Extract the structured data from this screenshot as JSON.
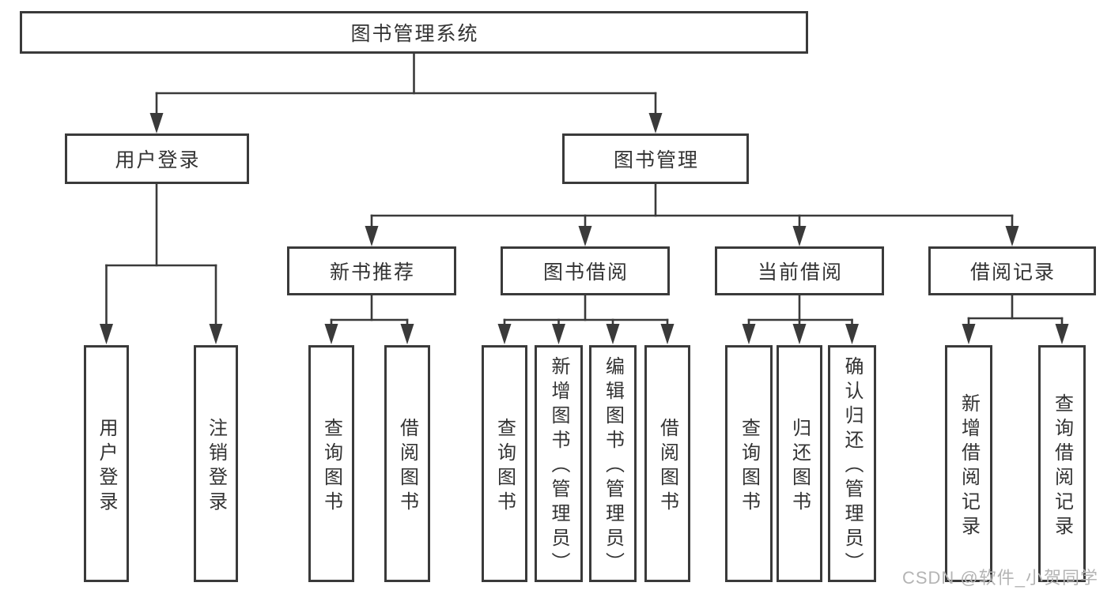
{
  "diagram": {
    "root": {
      "label": "图书管理系统"
    },
    "level2": [
      {
        "label": "用户登录"
      },
      {
        "label": "图书管理"
      }
    ],
    "level3": [
      {
        "label": "新书推荐"
      },
      {
        "label": "图书借阅"
      },
      {
        "label": "当前借阅"
      },
      {
        "label": "借阅记录"
      }
    ],
    "leaves": [
      {
        "label": "用户登录"
      },
      {
        "label": "注销登录"
      },
      {
        "label": "查询图书"
      },
      {
        "label": "借阅图书"
      },
      {
        "label": "查询图书"
      },
      {
        "label": "新增图书（管理员）"
      },
      {
        "label": "编辑图书（管理员）"
      },
      {
        "label": "借阅图书"
      },
      {
        "label": "查询图书"
      },
      {
        "label": "归还图书"
      },
      {
        "label": "确认归还（管理员）"
      },
      {
        "label": "新增借阅记录"
      },
      {
        "label": "查询借阅记录"
      }
    ]
  },
  "watermark": {
    "text": "CSDN @软件_小贺同学"
  },
  "colors": {
    "line": "#3a3a3a",
    "text": "#333333",
    "watermark": "#b4b4b4",
    "background": "#ffffff"
  }
}
